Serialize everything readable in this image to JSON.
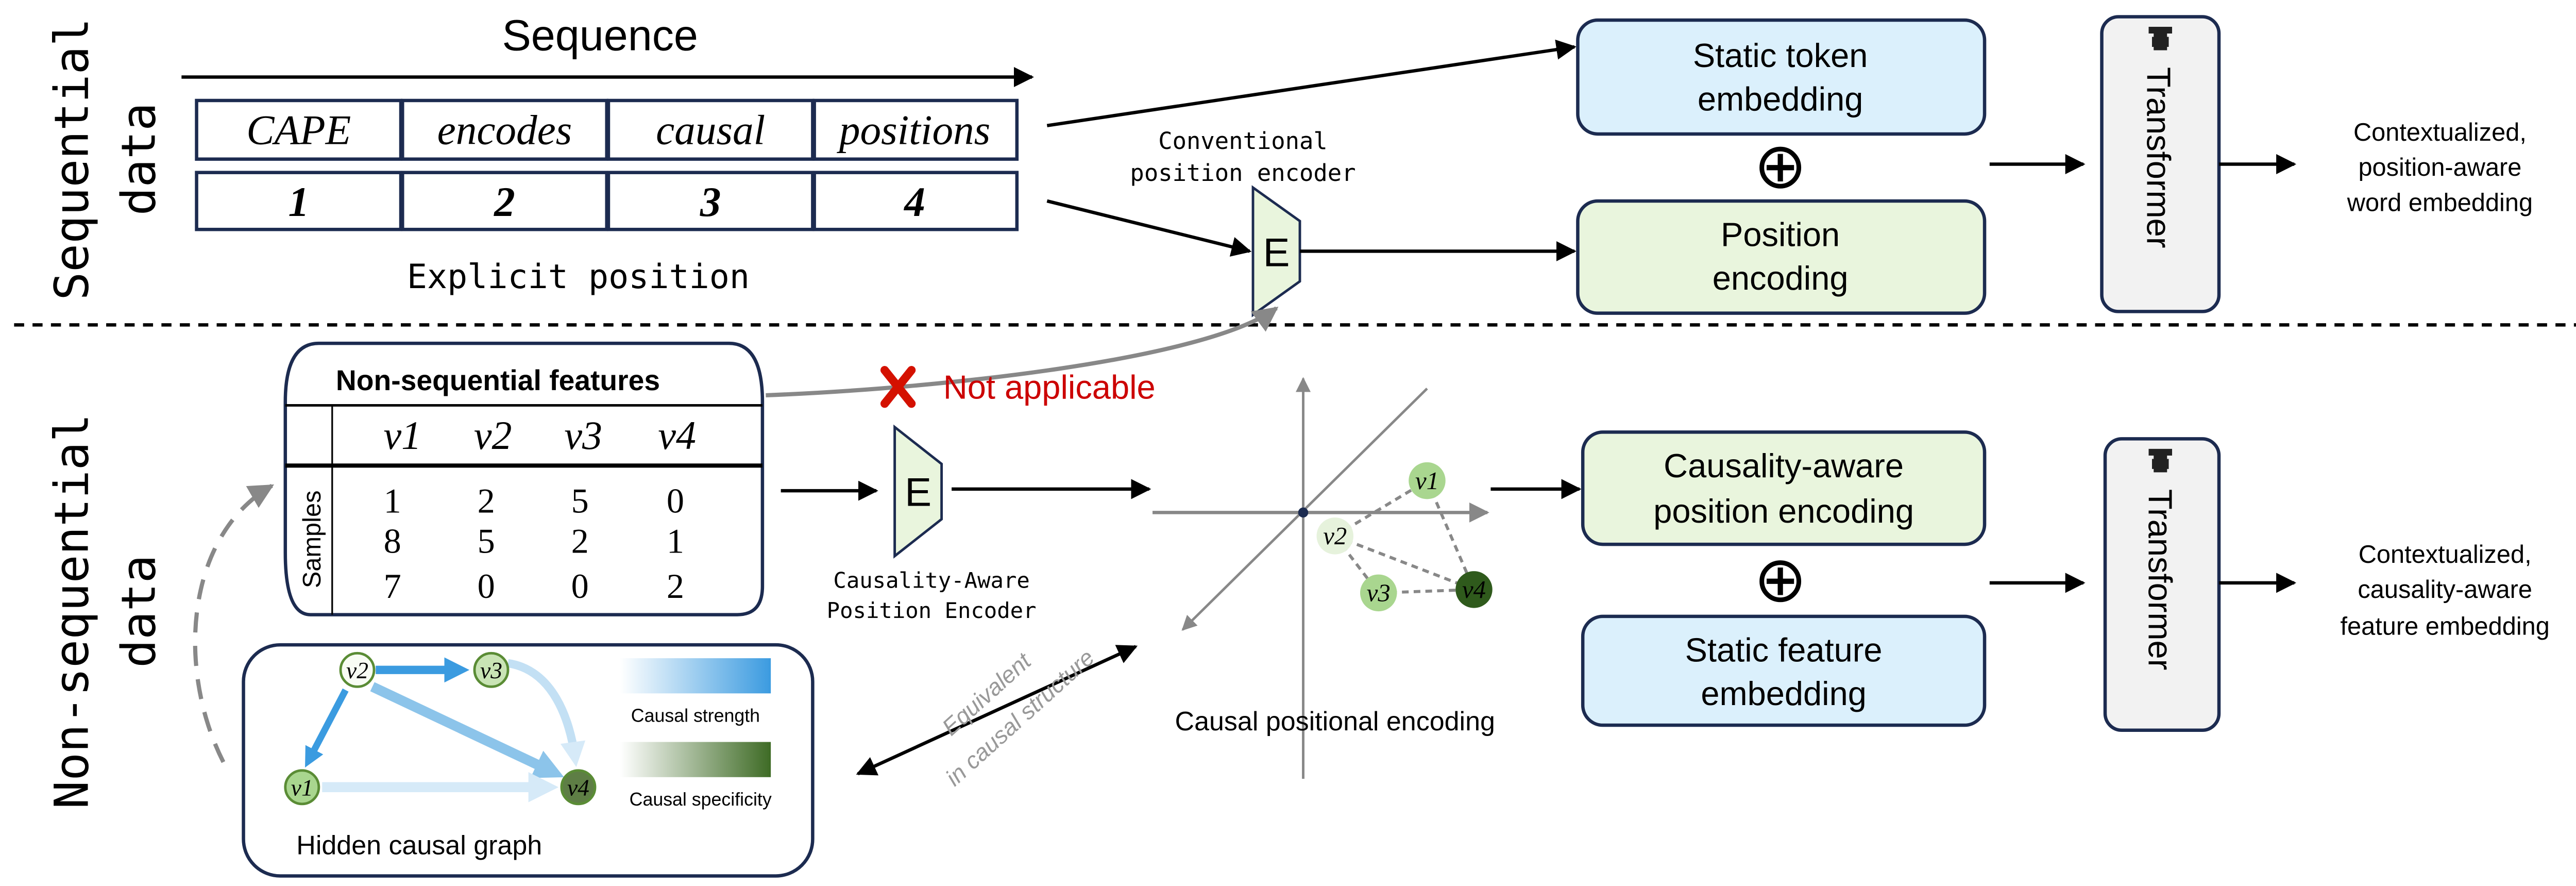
{
  "sequential": {
    "side_label": [
      "Sequential",
      "data"
    ],
    "sequence_title": "Sequence",
    "tokens": [
      "CAPE",
      "encodes",
      "causal",
      "positions"
    ],
    "positions": [
      "1",
      "2",
      "3",
      "4"
    ],
    "explicit_position_label": "Explicit position",
    "encoder_label": [
      "Conventional",
      "position encoder"
    ],
    "encoder_letter": "E",
    "static_token_box": [
      "Static token",
      "embedding"
    ],
    "position_encoding_box": [
      "Position",
      "encoding"
    ],
    "plus_symbol": "⊕",
    "transformer_label": "Transformer",
    "output_label": [
      "Contextualized,",
      "position-aware",
      "word embedding"
    ]
  },
  "non_sequential": {
    "side_label": [
      "Non-sequential",
      "data"
    ],
    "table": {
      "title": "Non-sequential features",
      "columns": [
        "v1",
        "v2",
        "v3",
        "v4"
      ],
      "row_header": "Samples",
      "rows": [
        [
          "1",
          "2",
          "5",
          "0"
        ],
        [
          "8",
          "5",
          "2",
          "1"
        ],
        [
          "7",
          "0",
          "0",
          "2"
        ]
      ]
    },
    "not_applicable": "Not applicable",
    "not_applicable_color": "#cc0000",
    "encoder_letter": "E",
    "encoder_label": [
      "Causality-Aware",
      "Position Encoder"
    ],
    "embedding_plot": {
      "nodes": [
        "v1",
        "v2",
        "v3",
        "v4"
      ],
      "caption": "Causal positional encoding"
    },
    "equivalence_label": [
      "Equivalent",
      "in causal structure"
    ],
    "causal_graph": {
      "nodes": [
        "v2",
        "v3",
        "v1",
        "v4"
      ],
      "caption": "Hidden causal graph",
      "legend_strength": "Causal strength",
      "legend_specificity": "Causal specificity",
      "strength_color": "#3b9be0",
      "specificity_color": "#3e6b25"
    },
    "causality_box": [
      "Causality-aware",
      "position encoding"
    ],
    "static_feature_box": [
      "Static feature",
      "embedding"
    ],
    "plus_symbol": "⊕",
    "transformer_label": "Transformer",
    "output_label": [
      "Contextualized,",
      "causality-aware",
      "feature embedding"
    ]
  },
  "colors": {
    "green_box": "#e9f5dd",
    "blue_box": "#dbf0fc",
    "gray_box": "#f2f2f2",
    "border": "#1c2b50"
  }
}
